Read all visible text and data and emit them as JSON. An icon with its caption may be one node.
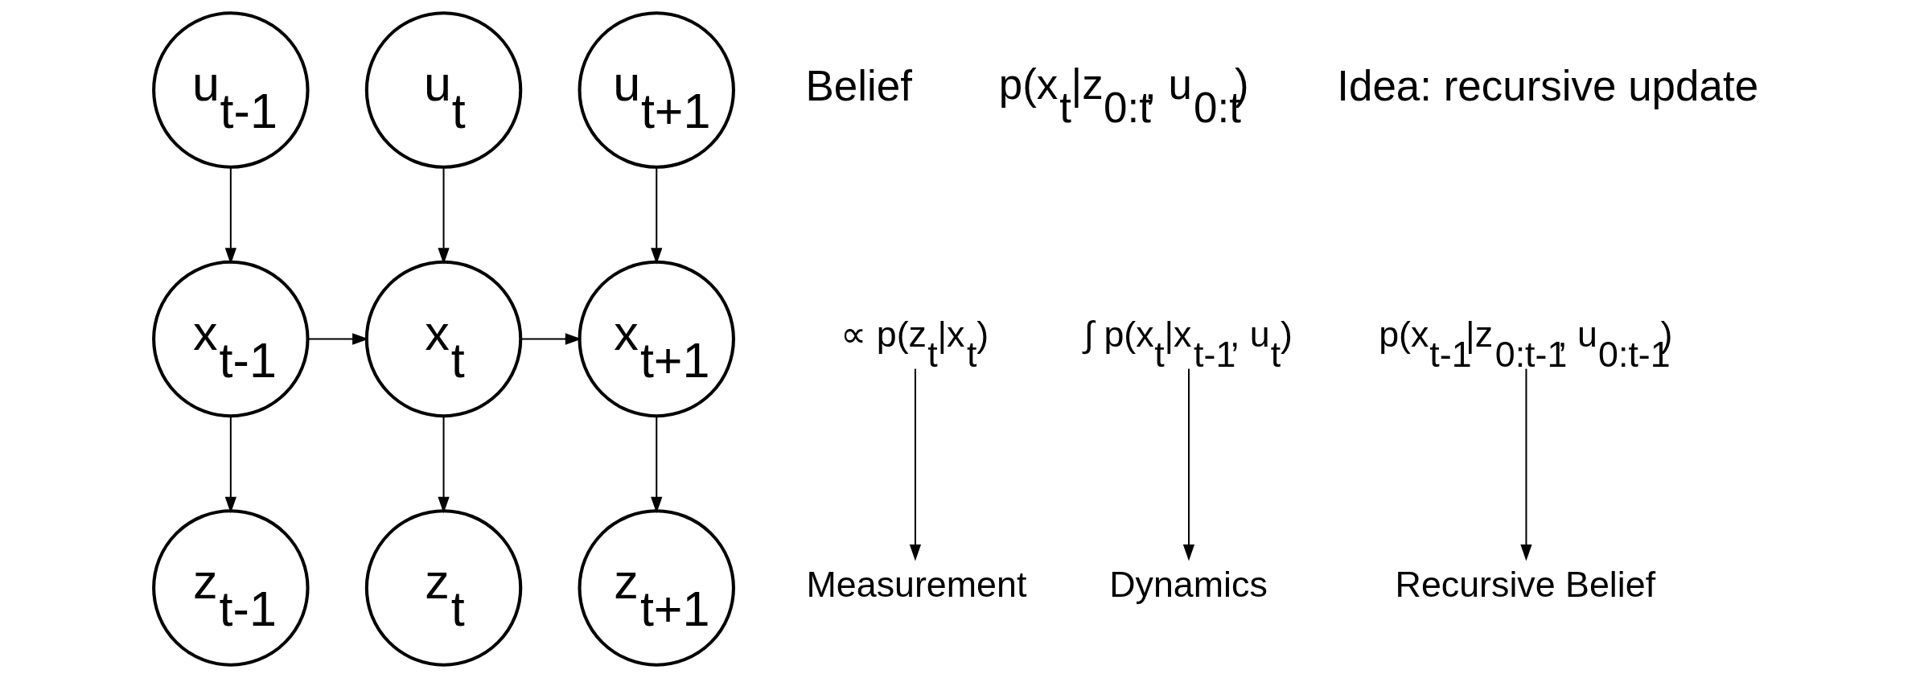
{
  "diagram": {
    "nodes": [
      {
        "text": [
          "u$_{t-1}$"
        ]
      },
      {
        "text": [
          "u$_{t}$"
        ]
      },
      {
        "text": [
          "u$_{t+1}$"
        ]
      },
      {
        "text": [
          "x$_{t-1}$"
        ]
      },
      {
        "text": [
          "x$_{t}$"
        ]
      },
      {
        "text": [
          "x$_{t+1}$"
        ]
      },
      {
        "text": [
          "z$_{t-1}$"
        ]
      },
      {
        "text": [
          "z$_{t}$"
        ]
      },
      {
        "text": [
          "z$_{t+1}$"
        ]
      },
      {
        "text": [
          "∝ p(z$_{t}$|x$_{t}$)"
        ]
      },
      {
        "text": [
          "∫ p(x$_{t}$|x$_{t-1}$, u$_{t}$)"
        ]
      },
      {
        "text": [
          "p(x$_{t-1}$|z$_{0:t-1}$, u$_{0:t-1}$)"
        ]
      },
      {
        "text": [
          "Measurement"
        ]
      },
      {
        "text": [
          "Dynamics"
        ]
      },
      {
        "text": [
          "Recursive Belief"
        ]
      }
    ],
    "edges": [
      {
        "from": 0,
        "to": 3,
        "arrow": "to"
      },
      {
        "from": 1,
        "to": 4,
        "arrow": "to"
      },
      {
        "from": 2,
        "to": 5,
        "arrow": "to"
      },
      {
        "from": 3,
        "to": 4,
        "arrow": "to"
      },
      {
        "from": 4,
        "to": 5,
        "arrow": "to"
      },
      {
        "from": 3,
        "to": 6,
        "arrow": "to"
      },
      {
        "from": 4,
        "to": 7,
        "arrow": "to"
      },
      {
        "from": 5,
        "to": 8,
        "arrow": "to"
      },
      {
        "from": 9,
        "to": 12,
        "arrow": "to"
      },
      {
        "from": 10,
        "to": 13,
        "arrow": "to"
      },
      {
        "from": 11,
        "to": 14,
        "arrow": "to"
      }
    ],
    "labels": [
      "Belief",
      "p(x$_{t}$|z$_{0:t}$, u$_{0:t}$)",
      "Idea: recursive update"
    ]
  }
}
